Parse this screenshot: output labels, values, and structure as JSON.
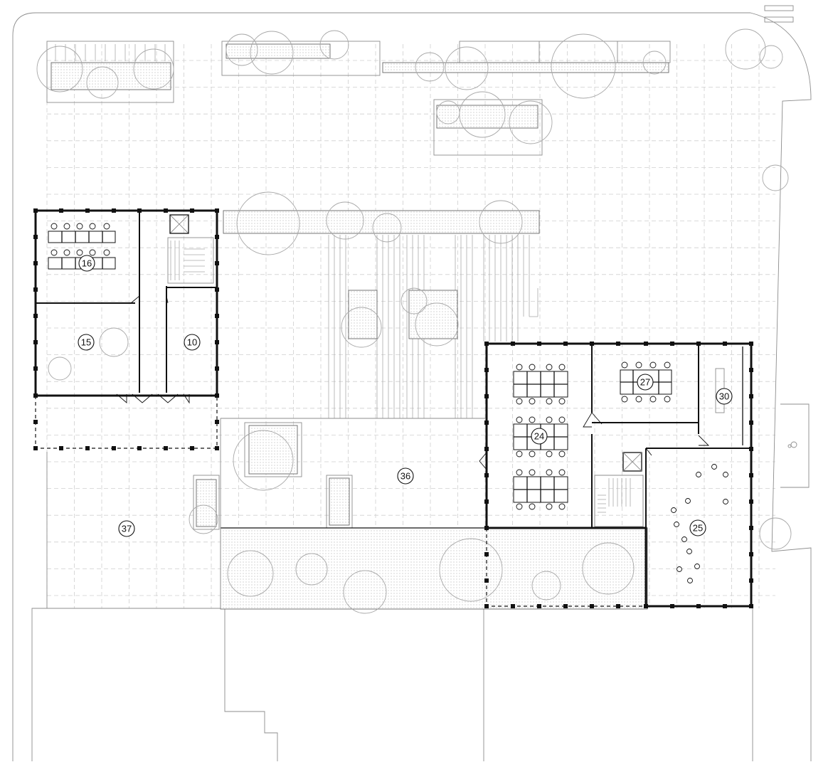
{
  "room_labels": {
    "r10": "10",
    "r15": "15",
    "r16": "16",
    "r24": "24",
    "r25": "25",
    "r27": "27",
    "r30": "30",
    "r36": "36",
    "r37": "37"
  },
  "colors": {
    "wall": "#111111",
    "linework": "#8c8c8c",
    "grid": "#cfcfcf",
    "planter_dots": "#9a9a9a"
  },
  "symbols": [
    "lift-icon",
    "stair-icon",
    "tree-canopy-icon",
    "bicycle-parking-icon"
  ]
}
